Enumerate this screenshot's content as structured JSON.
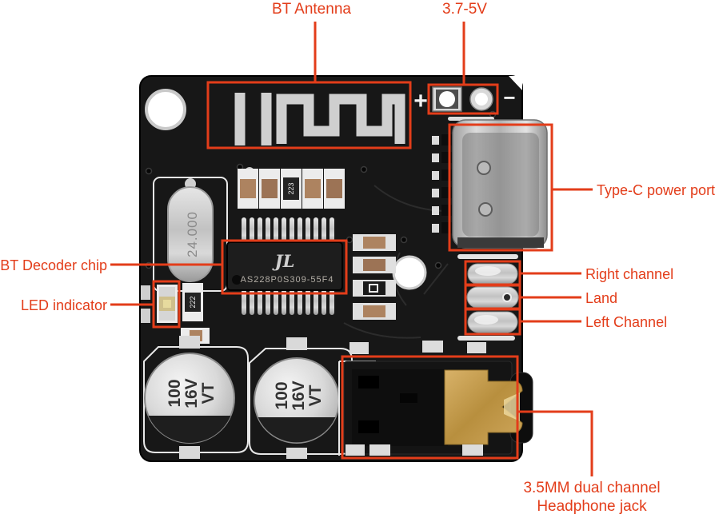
{
  "annotations": {
    "bt_antenna": "BT Antenna",
    "power_input": "3.7-5V",
    "typec_port": "Type-C power port",
    "decoder_chip": "BT Decoder chip",
    "led_indicator": "LED indicator",
    "right_channel": "Right channel",
    "land": "Land",
    "left_channel": "Left Channel",
    "headphone_jack_line1": "3.5MM dual channel",
    "headphone_jack_line2": "Headphone jack"
  },
  "silkscreen": {
    "plus": "+",
    "minus": "−"
  },
  "components": {
    "chip_logo": "JL",
    "chip_marking": "AS228P0S309-55F4",
    "crystal_marking": "24.000",
    "resistor_marking": "222",
    "capacitor_smd_marking": "223",
    "cap_value": "100",
    "cap_voltage": "16V",
    "cap_series": "VT"
  },
  "colors": {
    "annotation": "#e33d1a",
    "board": "#171717",
    "gold": "#c49a4e"
  }
}
